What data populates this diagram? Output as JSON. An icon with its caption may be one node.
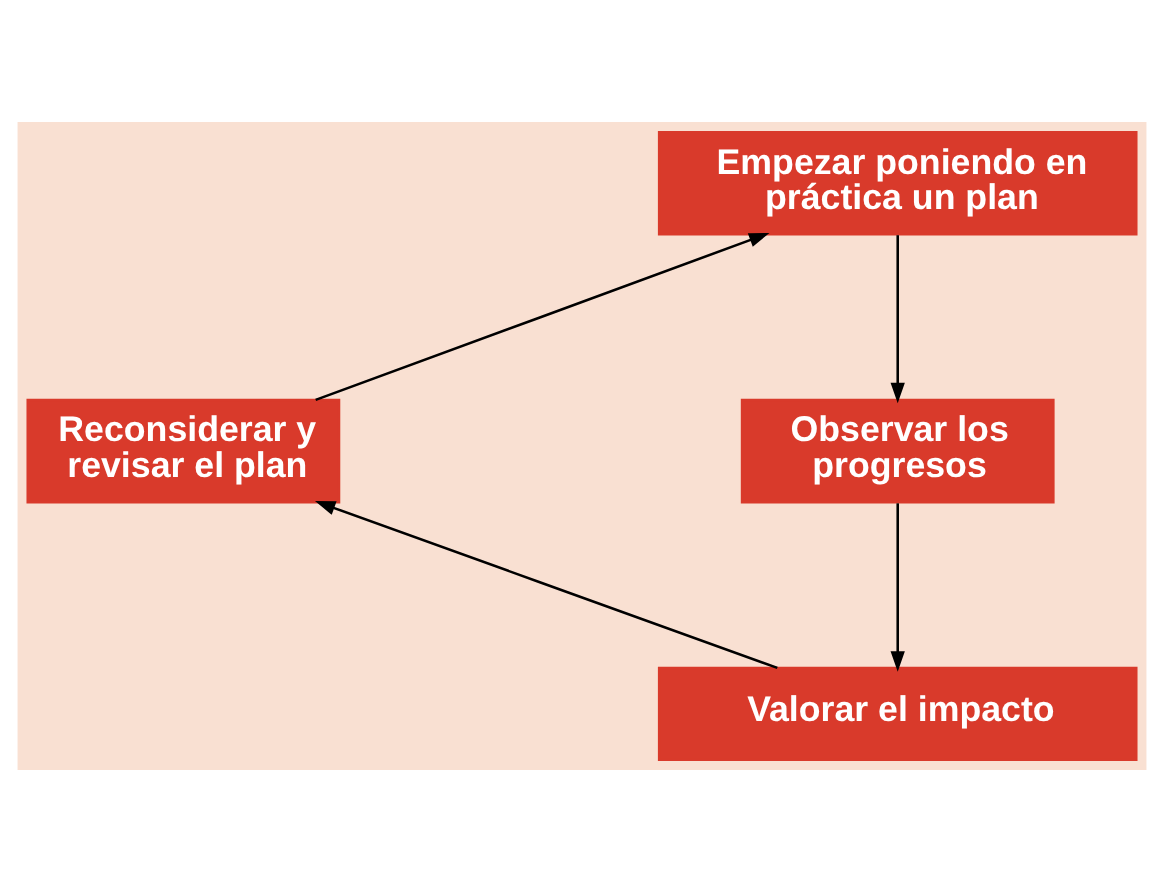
{
  "diagram": {
    "nodes": [
      {
        "text": [
          "Empezar poniendo en práctica un plan"
        ]
      },
      {
        "text": [
          "Observar los progresos"
        ]
      },
      {
        "text": [
          "Valorar el impacto"
        ]
      },
      {
        "text": [
          "Reconsiderar y revisar el plan"
        ]
      }
    ],
    "edges": [
      {
        "from": 0,
        "to": 1,
        "arrow": "to"
      },
      {
        "from": 1,
        "to": 2,
        "arrow": "to"
      },
      {
        "from": 2,
        "to": 3,
        "arrow": "to"
      },
      {
        "from": 3,
        "to": 0,
        "arrow": "to"
      }
    ]
  }
}
